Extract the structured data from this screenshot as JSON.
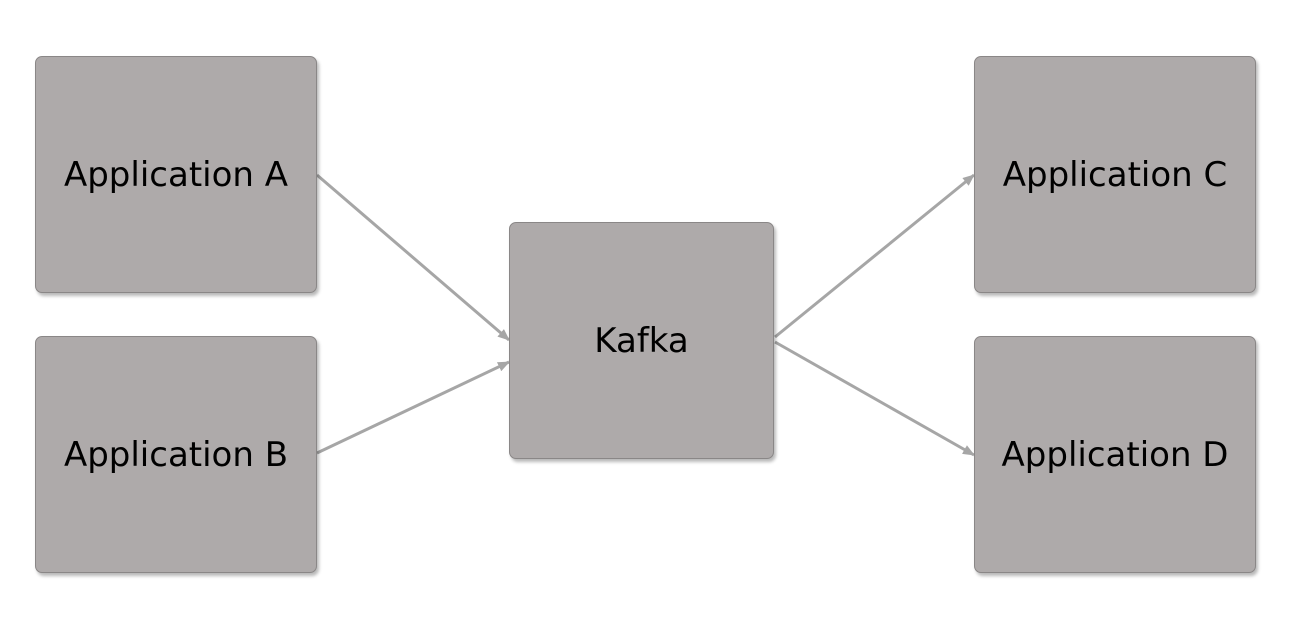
{
  "diagram": {
    "nodes": {
      "app_a": "Application A",
      "app_b": "Application B",
      "kafka": "Kafka",
      "app_c": "Application C",
      "app_d": "Application D"
    },
    "edges": [
      {
        "from": "Application A",
        "to": "Kafka"
      },
      {
        "from": "Application B",
        "to": "Kafka"
      },
      {
        "from": "Kafka",
        "to": "Application C"
      },
      {
        "from": "Kafka",
        "to": "Application D"
      }
    ],
    "colors": {
      "node_fill": "#aeaaaa",
      "node_border": "#8a8787",
      "arrow": "#a6a6a6",
      "text": "#000000"
    }
  }
}
